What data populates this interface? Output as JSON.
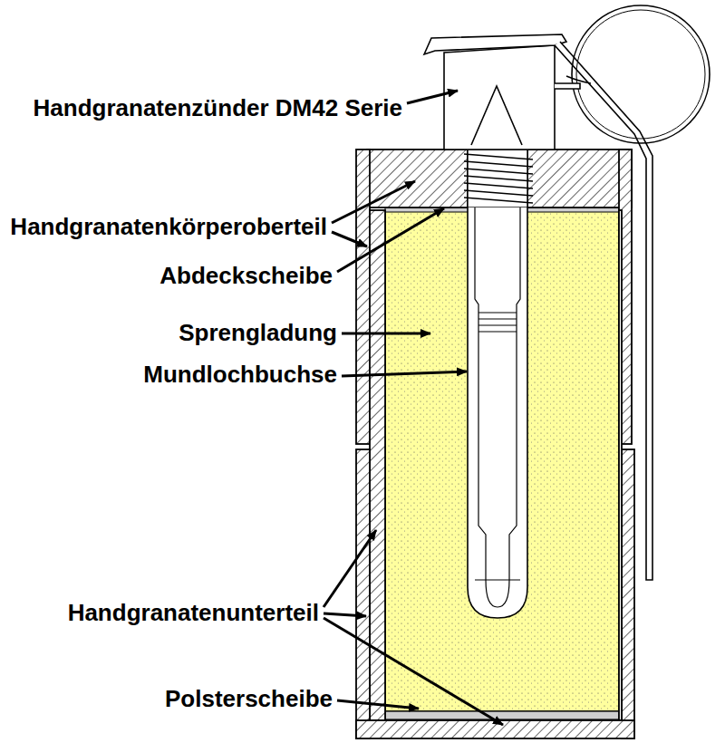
{
  "diagram": {
    "labels": [
      "Handgranatenzünder DM42 Serie",
      "Handgranatenkörperoberteil",
      "Abdeckscheibe",
      "Sprengladung",
      "Mundlochbuchse",
      "Handgranatenunterteil",
      "Polsterscheibe"
    ]
  }
}
